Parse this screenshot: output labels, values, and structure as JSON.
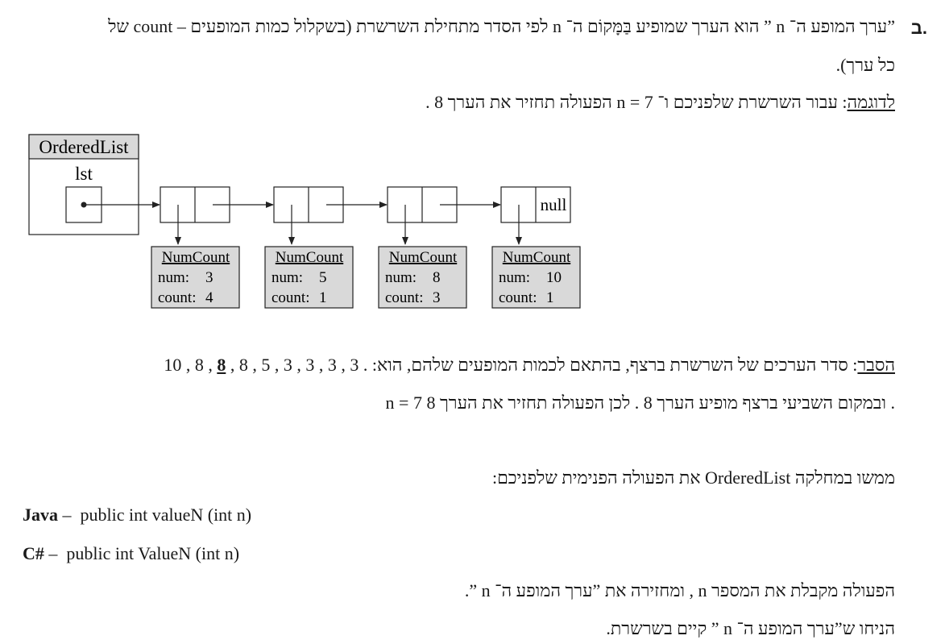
{
  "section": {
    "label": "ב."
  },
  "lines": {
    "definition_1": "”ערך המופע ה־ n ” הוא הערך שמופיע בַּמָּקוֹם ה־ n לפי הסדר מתחילת השרשרת (בשקלול כמות המופעים – count של",
    "definition_2": "כל ערך).",
    "example_label": "לדוגמה",
    "example_text": ": עבור השרשרת שלפניכם ו־ n = 7 הפעולה תחזיר את הערך 8 .",
    "explanation_label": "הסבר",
    "explanation_text": ": סדר הערכים של השרשרת ברצף, בהתאם לכמות המופעים שלהם, הוא: ",
    "sequence_before": "10 , 8 , ",
    "sequence_bold": "8",
    "sequence_after": " , 8 , 5 , 3 , 3 , 3 , 3 .",
    "explanation_2": "n = 7 ובמקום השביעי ברצף מופיע הערך 8 . לכן הפעולה תחזיר את הערך 8 .",
    "implement": "ממשו במחלקה OrderedList את הפעולה הפנימית שלפניכם:",
    "receives": "הפעולה מקבלת את המספר n , ומחזירה את ”ערך המופע ה־ n ”.",
    "assume": "הניחו ש”ערך המופע ה־ n ” קיים בשרשרת."
  },
  "code": {
    "java_lang": "Java",
    "java_sig": "public int valueN (int n)",
    "cs_lang": "C#",
    "cs_sig": "public int ValueN (int n)",
    "dash": "–"
  },
  "diagram": {
    "class_name": "OrderedList",
    "field_name": "lst",
    "null_label": "null",
    "node_class": "NumCount",
    "num_label": "num:",
    "count_label": "count:",
    "nodes": [
      {
        "num": "3",
        "count": "4"
      },
      {
        "num": "5",
        "count": "1"
      },
      {
        "num": "8",
        "count": "3"
      },
      {
        "num": "10",
        "count": "1"
      }
    ],
    "colors": {
      "box_fill": "#d9d9d9",
      "line": "#222222"
    }
  }
}
